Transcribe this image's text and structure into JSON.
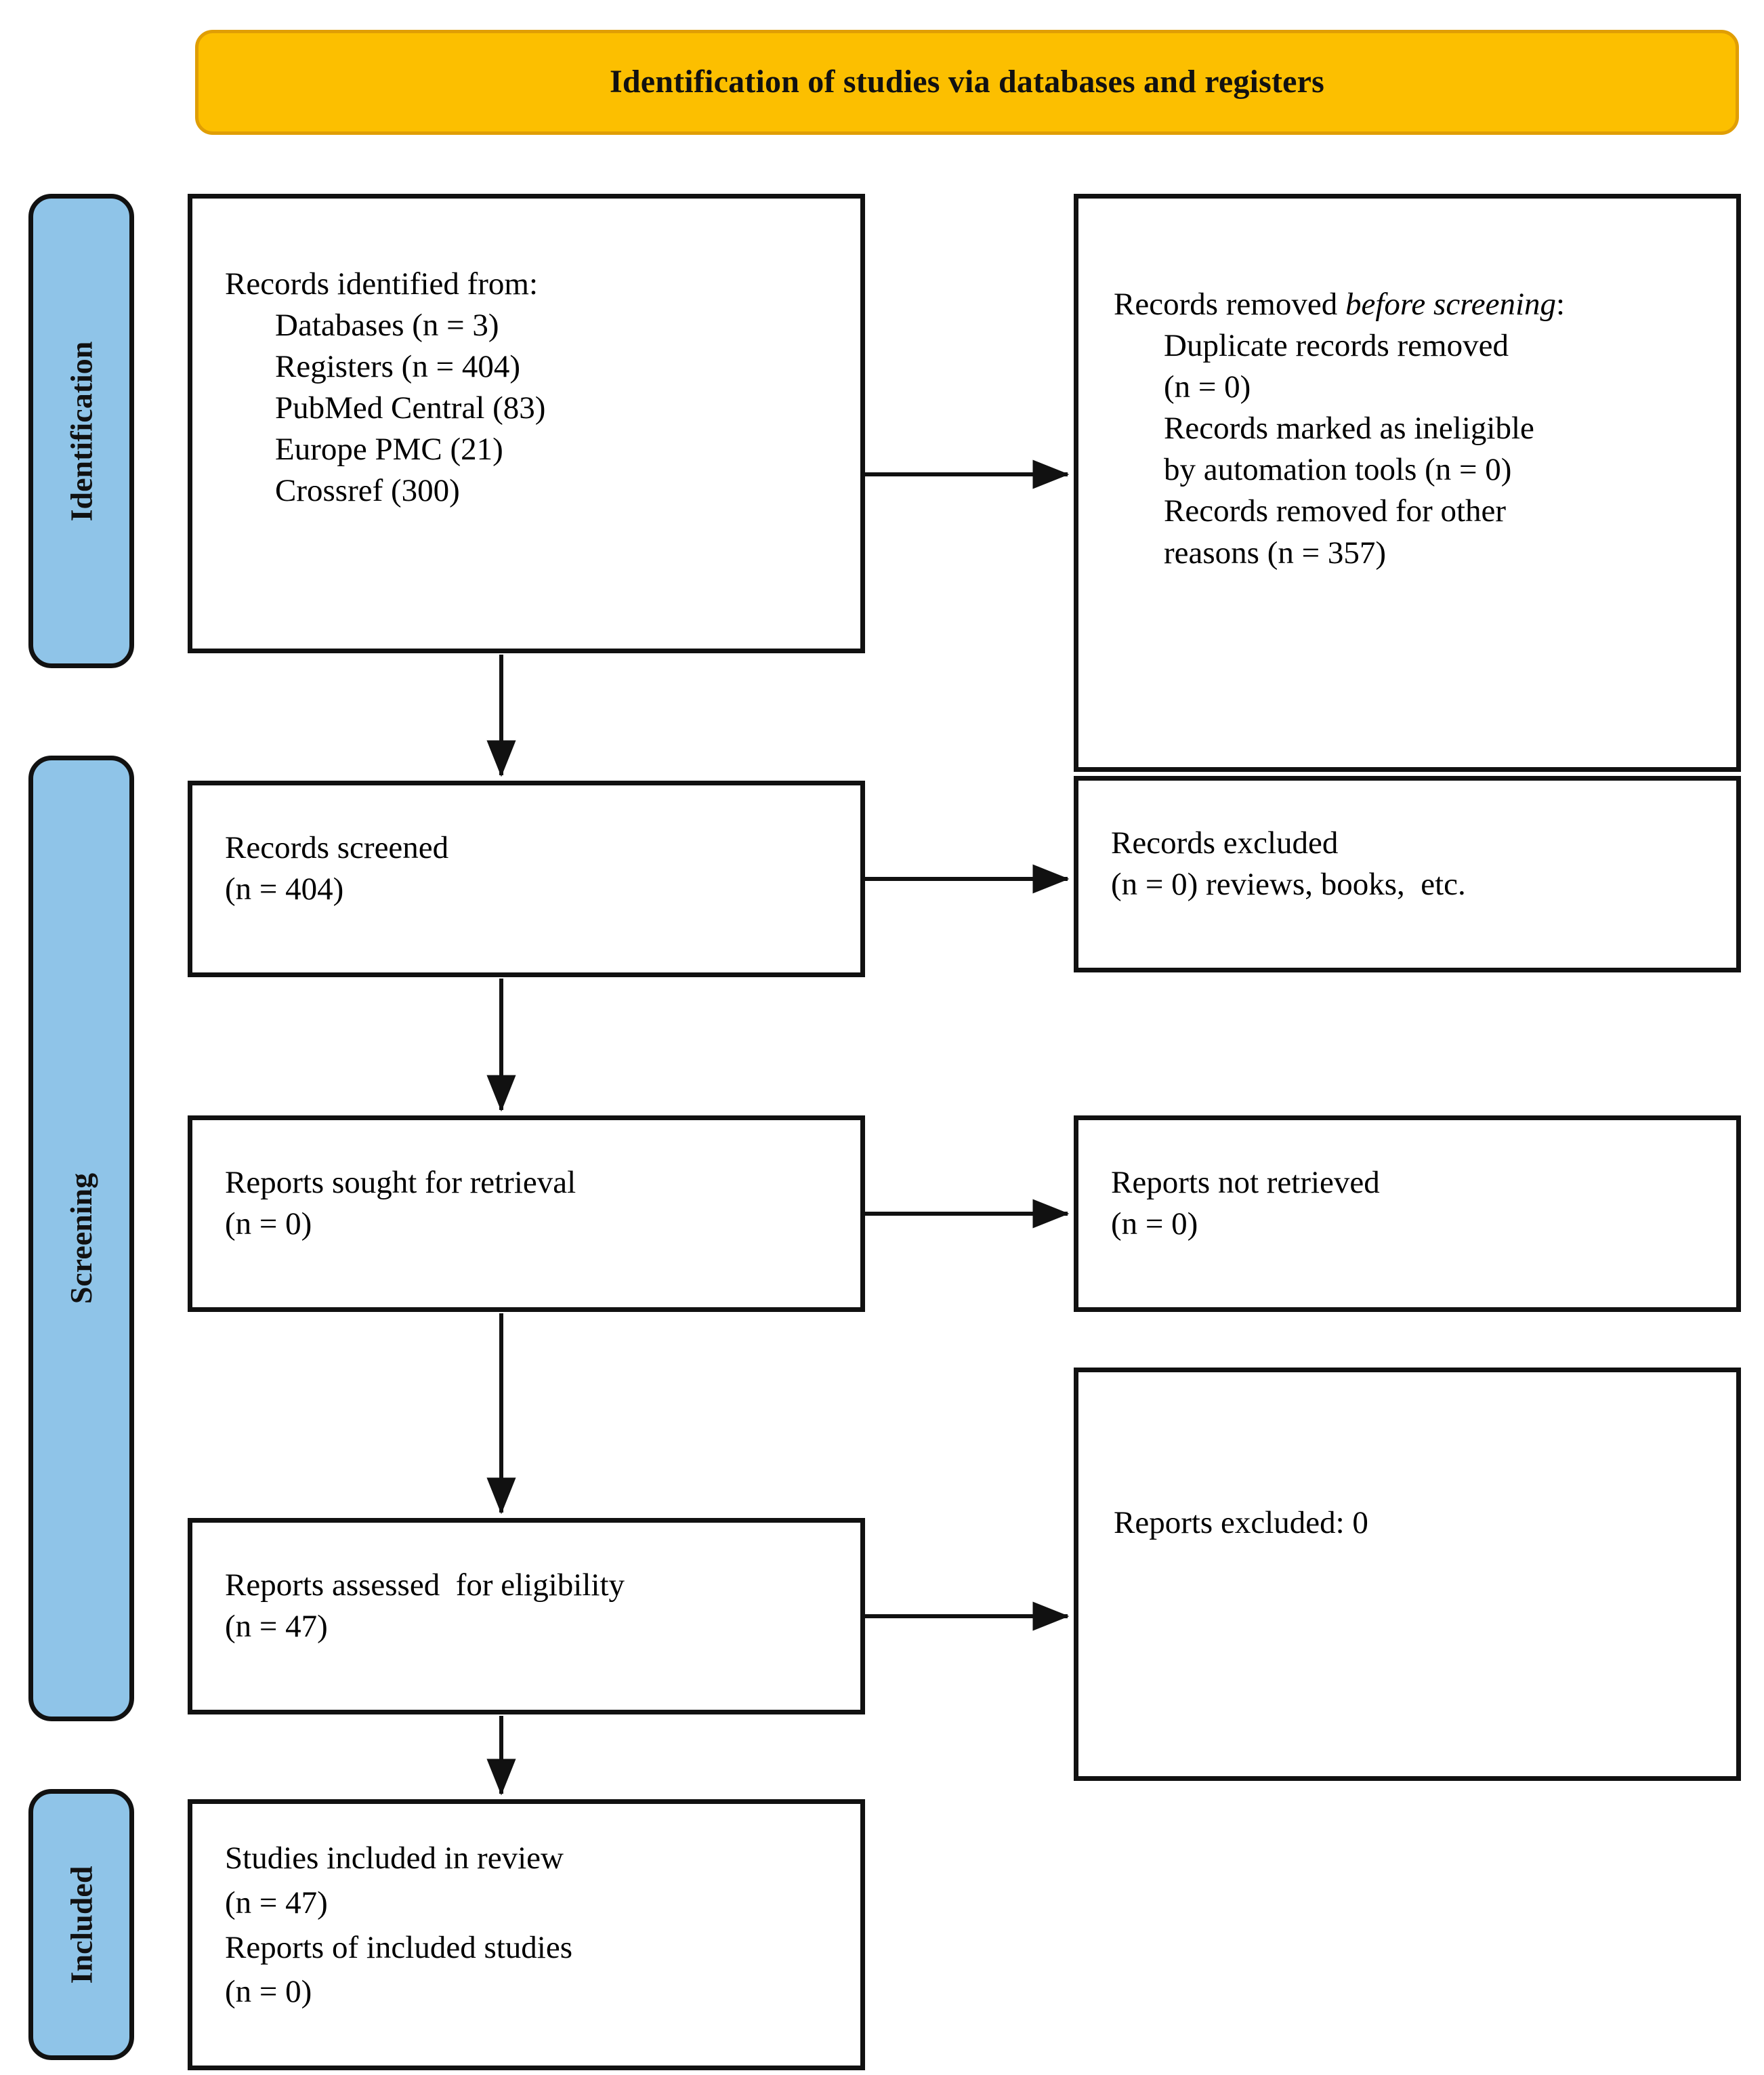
{
  "header": {
    "title": "Identification of studies via databases and registers"
  },
  "colors": {
    "banner_fill": "#FCBF00",
    "banner_border": "#E09E05",
    "stage_fill": "#8FC4E8",
    "stroke": "#111111",
    "box_fill": "#FFFFFF"
  },
  "stages": [
    {
      "id": "identification",
      "label": "Identification"
    },
    {
      "id": "screening",
      "label": "Screening"
    },
    {
      "id": "included",
      "label": "Included"
    }
  ],
  "boxes": {
    "identified": {
      "name": "records-identified-from",
      "lines": [
        "Records identified from:",
        "Databases (n = 3)",
        "Registers (n = 404)",
        "PubMed Central (83)",
        "Europe PMC (21)",
        "Crossref (300)"
      ]
    },
    "removed": {
      "name": "records-removed-before-screening",
      "heading_prefix": "Records removed ",
      "heading_italic": "before screening",
      "heading_suffix": ":",
      "lines": [
        "Duplicate records removed",
        "(n = 0)",
        "Records marked as ineligible",
        "by automation tools (n = 0)",
        "Records removed for other",
        "reasons (n = 357)"
      ]
    },
    "screened": {
      "name": "records-screened",
      "lines": [
        "Records screened",
        "(n = 404)"
      ]
    },
    "excluded": {
      "name": "records-excluded",
      "lines": [
        "Records excluded",
        "(n = 0) reviews, books,  etc."
      ]
    },
    "sought": {
      "name": "reports-sought-for-retrieval",
      "lines": [
        "Reports sought for retrieval",
        "(n = 0)"
      ]
    },
    "not_retrieved": {
      "name": "reports-not-retrieved",
      "lines": [
        "Reports not retrieved",
        "(n = 0)"
      ]
    },
    "assessed": {
      "name": "reports-assessed-for-eligibility",
      "lines": [
        "Reports assessed  for eligibility",
        "(n = 47)"
      ]
    },
    "reports_excluded": {
      "name": "reports-excluded",
      "lines": [
        "Reports excluded: 0"
      ]
    },
    "included": {
      "name": "studies-included-in-review",
      "lines": [
        "Studies included in review",
        "(n = 47)",
        "Reports of included studies",
        "(n = 0)"
      ]
    }
  },
  "chart_data": {
    "type": "diagram",
    "title": "Identification of studies via databases and registers",
    "diagram_kind": "PRISMA 2020 flow diagram",
    "stages": [
      "Identification",
      "Screening",
      "Included"
    ],
    "nodes": [
      {
        "id": "identified",
        "stage": "Identification",
        "column": "left",
        "label": "Records identified from: Databases (n = 3); Registers (n = 404); PubMed Central (83); Europe PMC (21); Crossref (300)"
      },
      {
        "id": "removed",
        "stage": "Identification",
        "column": "right",
        "label": "Records removed before screening: Duplicate records removed (n = 0); Records marked as ineligible by automation tools (n = 0); Records removed for other reasons (n = 357)"
      },
      {
        "id": "screened",
        "stage": "Screening",
        "column": "left",
        "label": "Records screened (n = 404)"
      },
      {
        "id": "excluded",
        "stage": "Screening",
        "column": "right",
        "label": "Records excluded (n = 0) reviews, books, etc."
      },
      {
        "id": "sought",
        "stage": "Screening",
        "column": "left",
        "label": "Reports sought for retrieval (n = 0)"
      },
      {
        "id": "not_retrieved",
        "stage": "Screening",
        "column": "right",
        "label": "Reports not retrieved (n = 0)"
      },
      {
        "id": "assessed",
        "stage": "Screening",
        "column": "left",
        "label": "Reports assessed for eligibility (n = 47)"
      },
      {
        "id": "reports_excluded",
        "stage": "Screening",
        "column": "right",
        "label": "Reports excluded: 0"
      },
      {
        "id": "included",
        "stage": "Included",
        "column": "left",
        "label": "Studies included in review (n = 47); Reports of included studies (n = 0)"
      }
    ],
    "edges": [
      {
        "from": "identified",
        "to": "removed",
        "direction": "horizontal"
      },
      {
        "from": "identified",
        "to": "screened",
        "direction": "vertical"
      },
      {
        "from": "screened",
        "to": "excluded",
        "direction": "horizontal"
      },
      {
        "from": "screened",
        "to": "sought",
        "direction": "vertical"
      },
      {
        "from": "sought",
        "to": "not_retrieved",
        "direction": "horizontal"
      },
      {
        "from": "sought",
        "to": "assessed",
        "direction": "vertical"
      },
      {
        "from": "assessed",
        "to": "reports_excluded",
        "direction": "horizontal"
      },
      {
        "from": "assessed",
        "to": "included",
        "direction": "vertical"
      }
    ],
    "counts": {
      "databases": 3,
      "registers": 404,
      "pubmed_central": 83,
      "europe_pmc": 21,
      "crossref": 300,
      "duplicates_removed": 0,
      "ineligible_by_automation": 0,
      "removed_other_reasons": 357,
      "records_screened": 404,
      "records_excluded": 0,
      "reports_sought": 0,
      "reports_not_retrieved": 0,
      "reports_assessed": 47,
      "reports_excluded": 0,
      "studies_included": 47,
      "reports_of_included_studies": 0
    }
  }
}
